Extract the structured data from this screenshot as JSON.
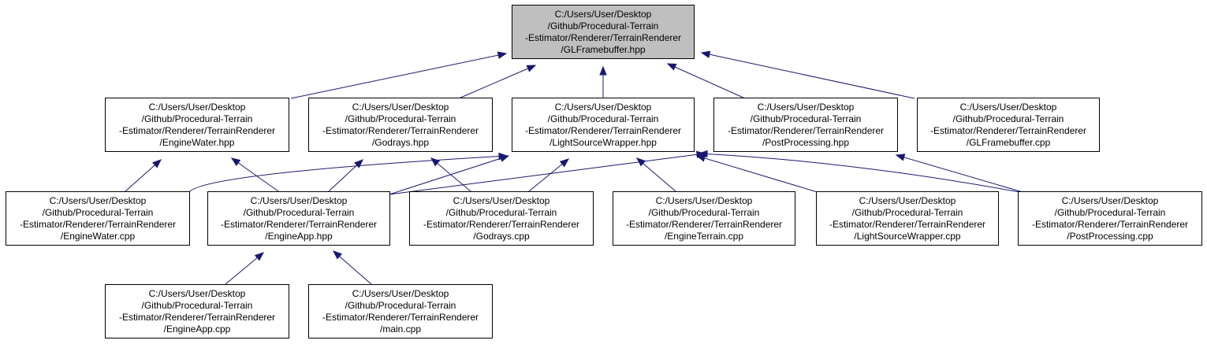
{
  "colors": {
    "edge": "#191970",
    "root_fill": "#bfbfbf",
    "node_fill": "#ffffff",
    "border": "#000000"
  },
  "nodes": [
    {
      "id": "glfb_hpp",
      "lines": [
        "C:/Users/User/Desktop",
        "/Github/Procedural-Terrain",
        "-Estimator/Renderer/TerrainRenderer",
        "/GLFramebuffer.hpp"
      ],
      "root": true
    },
    {
      "id": "water_hpp",
      "lines": [
        "C:/Users/User/Desktop",
        "/Github/Procedural-Terrain",
        "-Estimator/Renderer/TerrainRenderer",
        "/EngineWater.hpp"
      ]
    },
    {
      "id": "godrays_hpp",
      "lines": [
        "C:/Users/User/Desktop",
        "/Github/Procedural-Terrain",
        "-Estimator/Renderer/TerrainRenderer",
        "/Godrays.hpp"
      ]
    },
    {
      "id": "light_hpp",
      "lines": [
        "C:/Users/User/Desktop",
        "/Github/Procedural-Terrain",
        "-Estimator/Renderer/TerrainRenderer",
        "/LightSourceWrapper.hpp"
      ]
    },
    {
      "id": "post_hpp",
      "lines": [
        "C:/Users/User/Desktop",
        "/Github/Procedural-Terrain",
        "-Estimator/Renderer/TerrainRenderer",
        "/PostProcessing.hpp"
      ]
    },
    {
      "id": "glfb_cpp",
      "lines": [
        "C:/Users/User/Desktop",
        "/Github/Procedural-Terrain",
        "-Estimator/Renderer/TerrainRenderer",
        "/GLFramebuffer.cpp"
      ]
    },
    {
      "id": "water_cpp",
      "lines": [
        "C:/Users/User/Desktop",
        "/Github/Procedural-Terrain",
        "-Estimator/Renderer/TerrainRenderer",
        "/EngineWater.cpp"
      ]
    },
    {
      "id": "app_hpp",
      "lines": [
        "C:/Users/User/Desktop",
        "/Github/Procedural-Terrain",
        "-Estimator/Renderer/TerrainRenderer",
        "/EngineApp.hpp"
      ]
    },
    {
      "id": "godrays_cpp",
      "lines": [
        "C:/Users/User/Desktop",
        "/Github/Procedural-Terrain",
        "-Estimator/Renderer/TerrainRenderer",
        "/Godrays.cpp"
      ]
    },
    {
      "id": "terrain_cpp",
      "lines": [
        "C:/Users/User/Desktop",
        "/Github/Procedural-Terrain",
        "-Estimator/Renderer/TerrainRenderer",
        "/EngineTerrain.cpp"
      ]
    },
    {
      "id": "light_cpp",
      "lines": [
        "C:/Users/User/Desktop",
        "/Github/Procedural-Terrain",
        "-Estimator/Renderer/TerrainRenderer",
        "/LightSourceWrapper.cpp"
      ]
    },
    {
      "id": "post_cpp",
      "lines": [
        "C:/Users/User/Desktop",
        "/Github/Procedural-Terrain",
        "-Estimator/Renderer/TerrainRenderer",
        "/PostProcessing.cpp"
      ]
    },
    {
      "id": "app_cpp",
      "lines": [
        "C:/Users/User/Desktop",
        "/Github/Procedural-Terrain",
        "-Estimator/Renderer/TerrainRenderer",
        "/EngineApp.cpp"
      ]
    },
    {
      "id": "main_cpp",
      "lines": [
        "C:/Users/User/Desktop",
        "/Github/Procedural-Terrain",
        "-Estimator/Renderer/TerrainRenderer",
        "/main.cpp"
      ]
    }
  ],
  "edges": [
    {
      "from": "water_hpp",
      "to": "glfb_hpp"
    },
    {
      "from": "godrays_hpp",
      "to": "glfb_hpp"
    },
    {
      "from": "light_hpp",
      "to": "glfb_hpp"
    },
    {
      "from": "post_hpp",
      "to": "glfb_hpp"
    },
    {
      "from": "glfb_cpp",
      "to": "glfb_hpp"
    },
    {
      "from": "water_cpp",
      "to": "water_hpp"
    },
    {
      "from": "app_hpp",
      "to": "water_hpp"
    },
    {
      "from": "app_hpp",
      "to": "godrays_hpp"
    },
    {
      "from": "godrays_cpp",
      "to": "godrays_hpp"
    },
    {
      "from": "water_cpp",
      "to": "light_hpp"
    },
    {
      "from": "app_hpp",
      "to": "light_hpp"
    },
    {
      "from": "godrays_cpp",
      "to": "light_hpp"
    },
    {
      "from": "terrain_cpp",
      "to": "light_hpp"
    },
    {
      "from": "light_cpp",
      "to": "light_hpp"
    },
    {
      "from": "post_cpp",
      "to": "light_hpp"
    },
    {
      "from": "app_hpp",
      "to": "post_hpp"
    },
    {
      "from": "post_cpp",
      "to": "post_hpp"
    },
    {
      "from": "app_cpp",
      "to": "app_hpp"
    },
    {
      "from": "main_cpp",
      "to": "app_hpp"
    }
  ]
}
